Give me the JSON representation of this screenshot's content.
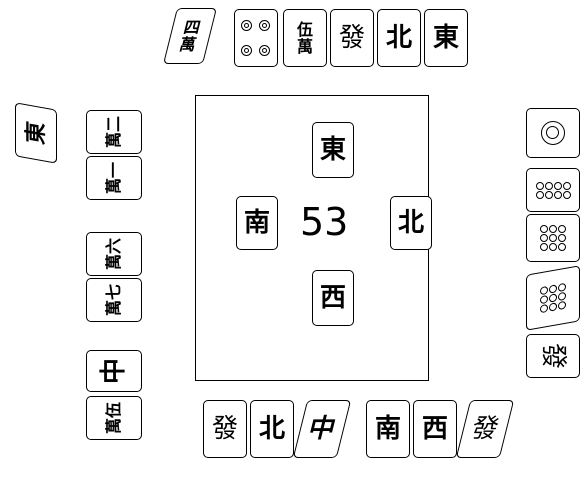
{
  "center": {
    "wall_count": "53",
    "winds": {
      "top": "東",
      "left": "南",
      "right": "北",
      "bottom": "西"
    }
  },
  "top_player": {
    "discard_tilted": {
      "num": "四",
      "suit": "萬"
    },
    "melds": [
      {
        "type": "pin4"
      },
      {
        "num": "伍",
        "suit": "萬"
      },
      {
        "char": "發"
      },
      {
        "char": "北"
      },
      {
        "char": "東"
      }
    ]
  },
  "left_player": {
    "lone_tile": "東",
    "tiles": [
      {
        "num": "二",
        "suit": "萬"
      },
      {
        "num": "一",
        "suit": "萬"
      },
      {
        "num": "六",
        "suit": "萬"
      },
      {
        "num": "七",
        "suit": "萬"
      },
      {
        "char": "中"
      },
      {
        "num": "伍",
        "suit": "萬"
      }
    ]
  },
  "right_player": {
    "tiles": [
      {
        "type": "pin1"
      },
      {
        "type": "pin8"
      },
      {
        "type": "pin9"
      },
      {
        "type": "pin9"
      },
      {
        "char": "發"
      }
    ]
  },
  "bottom_player": {
    "tiles": [
      {
        "char": "發"
      },
      {
        "char": "北"
      },
      {
        "char": "中"
      },
      {
        "char": "南"
      },
      {
        "char": "西"
      },
      {
        "char": "發"
      }
    ]
  }
}
